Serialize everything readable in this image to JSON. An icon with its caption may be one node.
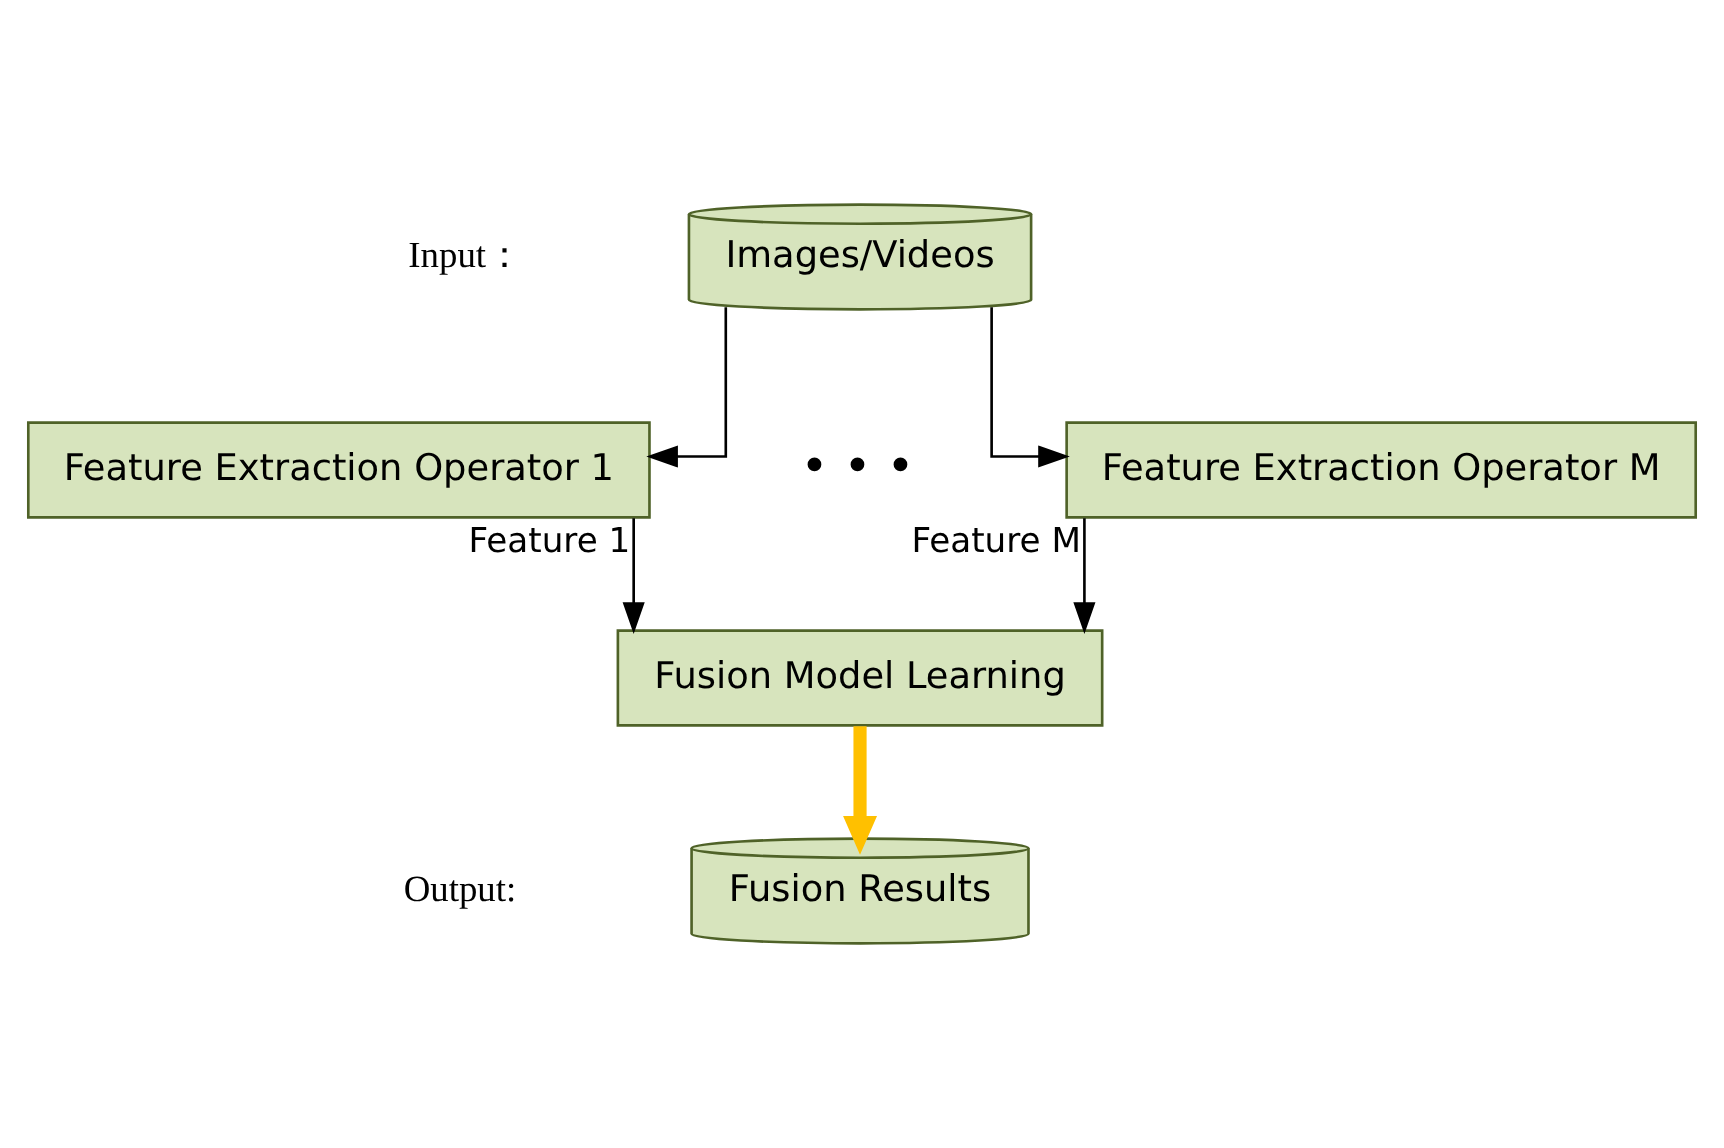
{
  "diagram": {
    "nodes": [
      {
        "text": [
          "Images/Videos"
        ]
      },
      {
        "text": [
          "Feature Extraction Operator 1"
        ]
      },
      {
        "text": [
          "Feature Extraction Operator M"
        ]
      },
      {
        "text": [
          "Fusion Model Learning"
        ]
      },
      {
        "text": [
          "Fusion Results"
        ]
      }
    ],
    "edges": [
      {
        "from": 0,
        "to": 1,
        "arrow": "to"
      },
      {
        "from": 0,
        "to": 2,
        "arrow": "to"
      },
      {
        "from": 1,
        "to": 3,
        "arrow": "to",
        "label": "Feature 1"
      },
      {
        "from": 2,
        "to": 3,
        "arrow": "to",
        "label": "Feature M"
      },
      {
        "from": 3,
        "to": 4,
        "arrow": "to",
        "style": "thick",
        "color": "#ffc000"
      }
    ],
    "labels": [
      "Input：",
      "• • •",
      "Output:"
    ]
  }
}
